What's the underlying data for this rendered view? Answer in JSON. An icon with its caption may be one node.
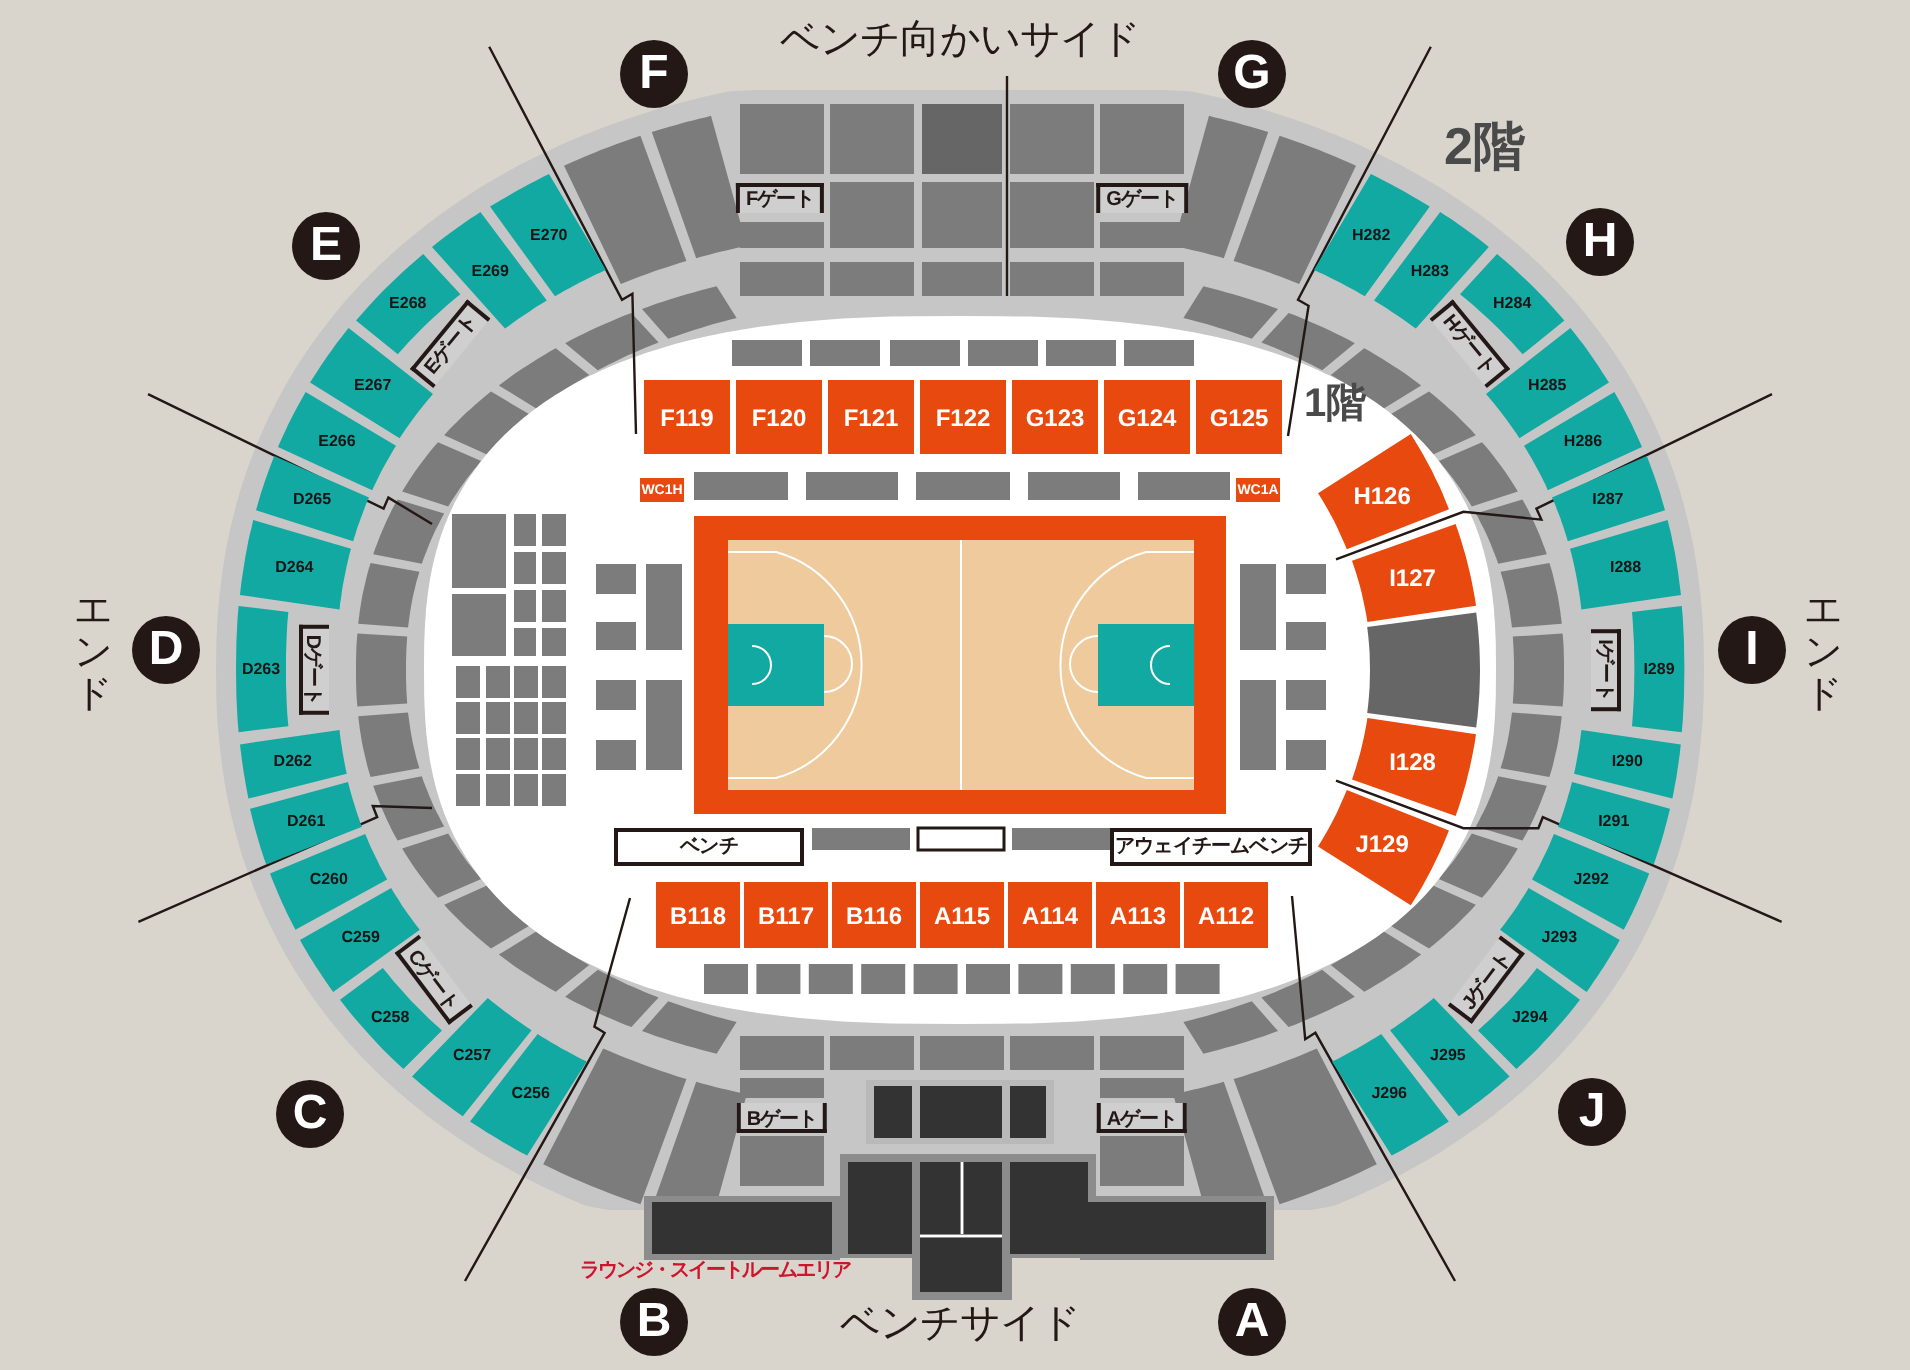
{
  "diagram": {
    "nodes": [
      {
        "text": [
          "F119"
        ]
      },
      {
        "text": [
          "F120"
        ]
      },
      {
        "text": [
          "F121"
        ]
      },
      {
        "text": [
          "F122"
        ]
      },
      {
        "text": [
          "G123"
        ]
      },
      {
        "text": [
          "G124"
        ]
      },
      {
        "text": [
          "G125"
        ]
      },
      {
        "text": [
          "WC1H"
        ]
      },
      {
        "text": [
          "WC1A"
        ]
      },
      {
        "text": [
          "H126"
        ]
      },
      {
        "text": [
          "I127"
        ]
      },
      {
        "text": [
          "I128"
        ]
      },
      {
        "text": [
          "J129"
        ]
      },
      {
        "text": [
          "ベンチ"
        ]
      },
      {
        "text": [
          "アウェイチームベンチ"
        ]
      },
      {
        "text": [
          "B118"
        ]
      },
      {
        "text": [
          "B117"
        ]
      },
      {
        "text": [
          "B116"
        ]
      },
      {
        "text": [
          "A115"
        ]
      },
      {
        "text": [
          "A114"
        ]
      },
      {
        "text": [
          "A113"
        ]
      },
      {
        "text": [
          "A112"
        ]
      },
      {
        "text": [
          "E270"
        ]
      },
      {
        "text": [
          "E269"
        ]
      },
      {
        "text": [
          "E268"
        ]
      },
      {
        "text": [
          "E267"
        ]
      },
      {
        "text": [
          "E266"
        ]
      },
      {
        "text": [
          "D265"
        ]
      },
      {
        "text": [
          "D264"
        ]
      },
      {
        "text": [
          "D263"
        ]
      },
      {
        "text": [
          "D262"
        ]
      },
      {
        "text": [
          "D261"
        ]
      },
      {
        "text": [
          "C260"
        ]
      },
      {
        "text": [
          "C259"
        ]
      },
      {
        "text": [
          "C258"
        ]
      },
      {
        "text": [
          "C257"
        ]
      },
      {
        "text": [
          "C256"
        ]
      },
      {
        "text": [
          "H282"
        ]
      },
      {
        "text": [
          "H283"
        ]
      },
      {
        "text": [
          "H284"
        ]
      },
      {
        "text": [
          "H285"
        ]
      },
      {
        "text": [
          "H286"
        ]
      },
      {
        "text": [
          "I287"
        ]
      },
      {
        "text": [
          "I288"
        ]
      },
      {
        "text": [
          "I289"
        ]
      },
      {
        "text": [
          "I290"
        ]
      },
      {
        "text": [
          "I291"
        ]
      },
      {
        "text": [
          "J292"
        ]
      },
      {
        "text": [
          "J293"
        ]
      },
      {
        "text": [
          "J294"
        ]
      },
      {
        "text": [
          "J295"
        ]
      },
      {
        "text": [
          "J296"
        ]
      },
      {
        "text": [
          "F"
        ]
      },
      {
        "text": [
          "G"
        ]
      },
      {
        "text": [
          "E"
        ]
      },
      {
        "text": [
          "H"
        ]
      },
      {
        "text": [
          "D"
        ]
      },
      {
        "text": [
          "I"
        ]
      },
      {
        "text": [
          "C"
        ]
      },
      {
        "text": [
          "J"
        ]
      },
      {
        "text": [
          "B"
        ]
      },
      {
        "text": [
          "A"
        ]
      }
    ],
    "labels": [
      "ベンチ向かいサイド",
      "Fゲート",
      "Gゲート",
      "2階",
      "Eゲート",
      "Hゲート",
      "1階",
      "エンド",
      "Dゲート",
      "Iゲート",
      "エンド",
      "Cゲート",
      "Jゲート",
      "Bゲート",
      "Aゲート",
      "ラウンジ・スイートルームエリア",
      "ベンチサイド"
    ]
  }
}
